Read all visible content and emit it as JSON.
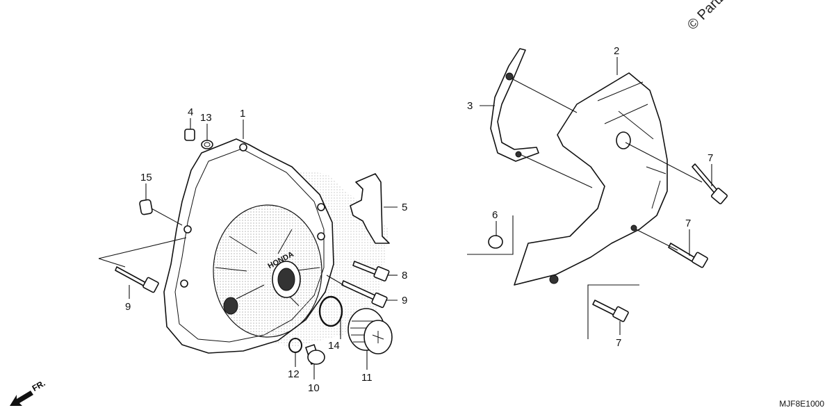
{
  "copyright": "© Partzilla",
  "diagram_code": "MJF8E1000",
  "direction_label": "FR.",
  "callouts": {
    "c1": "1",
    "c2": "2",
    "c3": "3",
    "c4": "4",
    "c5": "5",
    "c6": "6",
    "c7a": "7",
    "c7b": "7",
    "c7c": "7",
    "c8": "8",
    "c9a": "9",
    "c9b": "9",
    "c10": "10",
    "c11": "11",
    "c12": "12",
    "c13": "13",
    "c14": "14",
    "c15": "15"
  },
  "emblem_text": "HONDA"
}
